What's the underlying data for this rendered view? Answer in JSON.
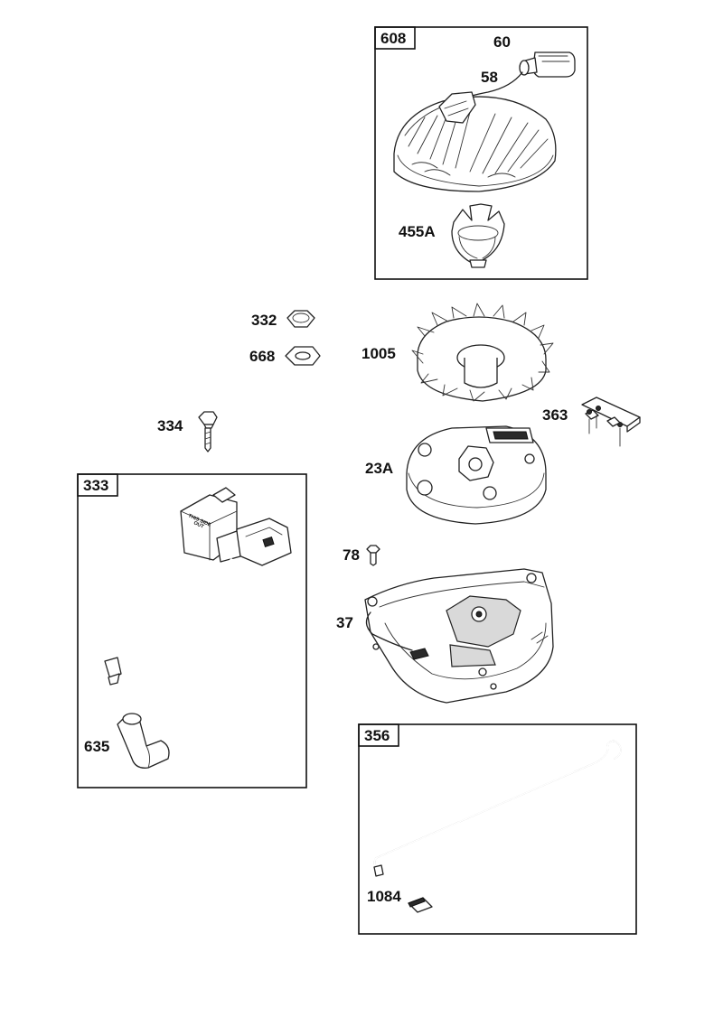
{
  "groups": {
    "recoil_starter": {
      "tag": "608"
    },
    "ignition_coil": {
      "tag": "333"
    },
    "ground_wire": {
      "tag": "356"
    }
  },
  "labels": {
    "handle": "60",
    "rope": "58",
    "pulley_cup": "455A",
    "nut": "332",
    "washer": "668",
    "flywheel_fan": "1005",
    "bolt": "334",
    "bracket": "363",
    "flywheel": "23A",
    "screw": "78",
    "blower_housing": "37",
    "spark_plug_boot": "635",
    "connector": "1084"
  },
  "coil_text": [
    "THIS SIDE",
    "OUT"
  ]
}
